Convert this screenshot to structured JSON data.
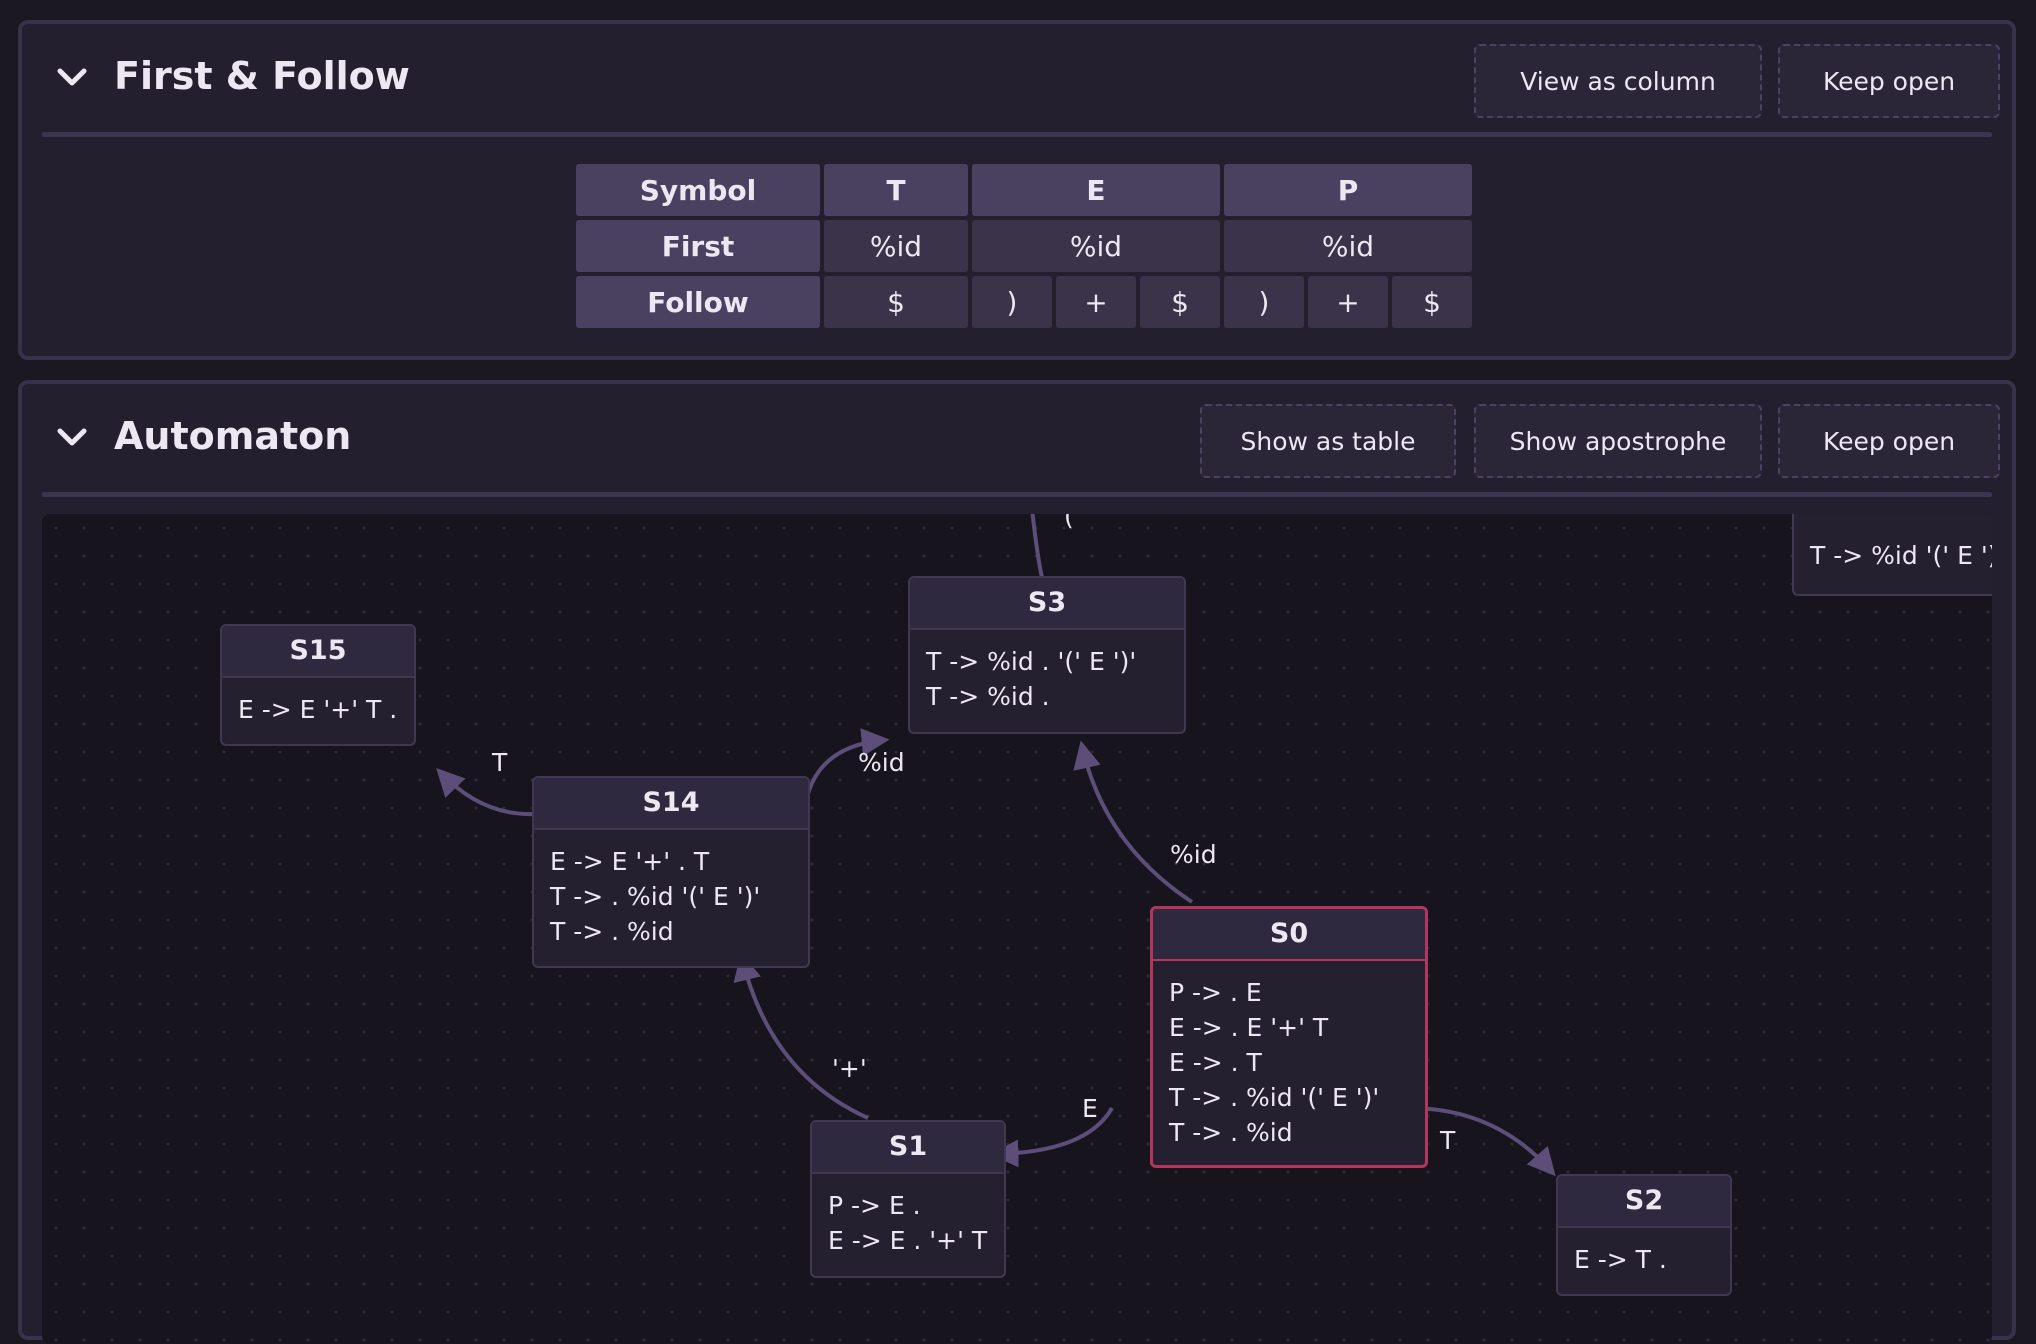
{
  "first_follow": {
    "title": "First & Follow",
    "buttons": {
      "view_as_column": "View as column",
      "keep_open": "Keep open"
    },
    "table": {
      "header": [
        "Symbol",
        "T",
        "E",
        "P"
      ],
      "first_label": "First",
      "first_values": [
        "%id",
        "%id",
        "%id"
      ],
      "follow_label": "Follow",
      "follow_T": [
        "$"
      ],
      "follow_E": [
        ")",
        "+",
        "$"
      ],
      "follow_P": [
        ")",
        "+",
        "$"
      ]
    }
  },
  "automaton": {
    "title": "Automaton",
    "buttons": {
      "show_as_table": "Show as table",
      "show_apostrophe": "Show apostrophe",
      "keep_open": "Keep open"
    },
    "nodes": {
      "s15": {
        "title": "S15",
        "items": [
          "E -> E '+' T ."
        ]
      },
      "s3": {
        "title": "S3",
        "items": [
          "T -> %id . '(' E ')'",
          "T -> %id ."
        ]
      },
      "s14": {
        "title": "S14",
        "items": [
          "E -> E '+' . T",
          "T -> . %id '(' E ')'",
          "T -> . %id"
        ]
      },
      "s0": {
        "title": "S0",
        "items": [
          "P -> . E",
          "E -> . E '+' T",
          "E -> . T",
          "T -> . %id '(' E ')'",
          "T -> . %id"
        ]
      },
      "s1": {
        "title": "S1",
        "items": [
          "P -> E .",
          "E -> E . '+' T"
        ]
      },
      "s2": {
        "title": "S2",
        "items": [
          "E -> T ."
        ]
      },
      "partial": {
        "items": [
          "T -> %id '(' E ')' ."
        ]
      }
    },
    "edge_labels": {
      "s14_s15": "T",
      "s14_s3": "%id",
      "s0_s3": "%id",
      "s1_s14": "'+'",
      "s0_s1": "E",
      "s0_s2": "T",
      "s3_top": "("
    }
  }
}
